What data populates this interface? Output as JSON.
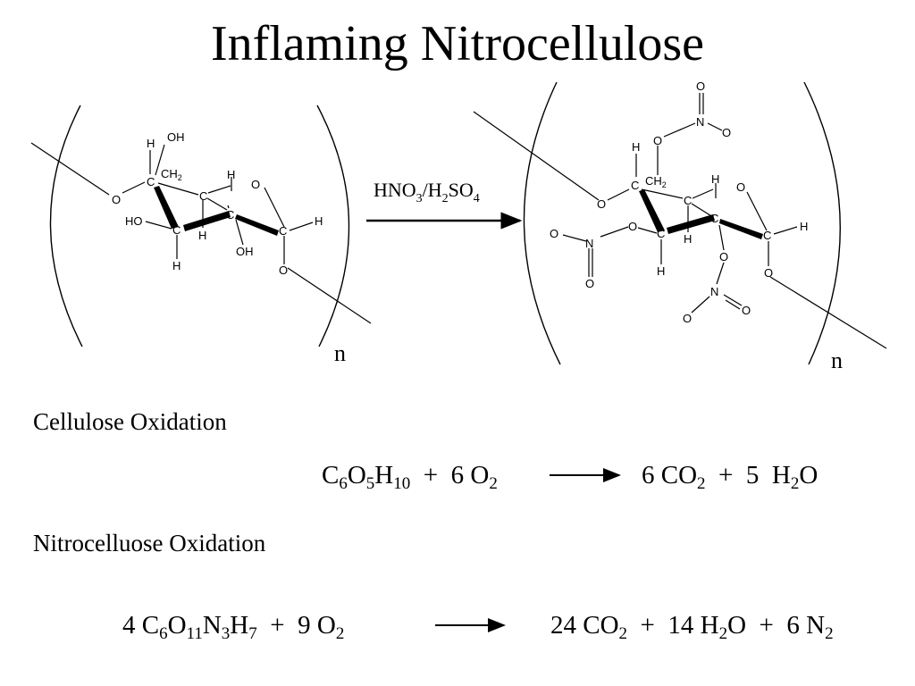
{
  "title": "Inflaming Nitrocellulose",
  "reagent": {
    "a": "HNO",
    "b": "3",
    "c": "/H",
    "d": "2",
    "e": "SO",
    "f": "4"
  },
  "repeat_label": "n",
  "atoms": {
    "H": "H",
    "O": "O",
    "C": "C",
    "N": "N",
    "OH": "OH",
    "HO": "HO",
    "CH": "CH",
    "two": "2"
  },
  "sections": {
    "cellulose": "Cellulose Oxidation",
    "nitrocellulose": "Nitrocelluose Oxidation"
  },
  "eq1": {
    "lhs": [
      [
        "C",
        ""
      ],
      [
        "6",
        true
      ],
      [
        "O",
        ""
      ],
      [
        "5",
        true
      ],
      [
        "H",
        ""
      ],
      [
        "10",
        true
      ],
      [
        "  +  6 O",
        ""
      ],
      [
        "2",
        true
      ]
    ],
    "rhs": [
      [
        "6 CO",
        ""
      ],
      [
        "2",
        true
      ],
      [
        "  +  5  H",
        ""
      ],
      [
        "2",
        true
      ],
      [
        "O",
        ""
      ]
    ]
  },
  "eq2": {
    "lhs": [
      [
        "4 C",
        ""
      ],
      [
        "6",
        true
      ],
      [
        "O",
        ""
      ],
      [
        "11",
        true
      ],
      [
        "N",
        ""
      ],
      [
        "3",
        true
      ],
      [
        "H",
        ""
      ],
      [
        "7",
        true
      ],
      [
        "  +  9 O",
        ""
      ],
      [
        "2",
        true
      ]
    ],
    "rhs": [
      [
        "24 CO",
        ""
      ],
      [
        "2",
        true
      ],
      [
        "  +  14 H",
        ""
      ],
      [
        "2",
        true
      ],
      [
        "O  +  6 N",
        ""
      ],
      [
        "2",
        true
      ]
    ]
  }
}
